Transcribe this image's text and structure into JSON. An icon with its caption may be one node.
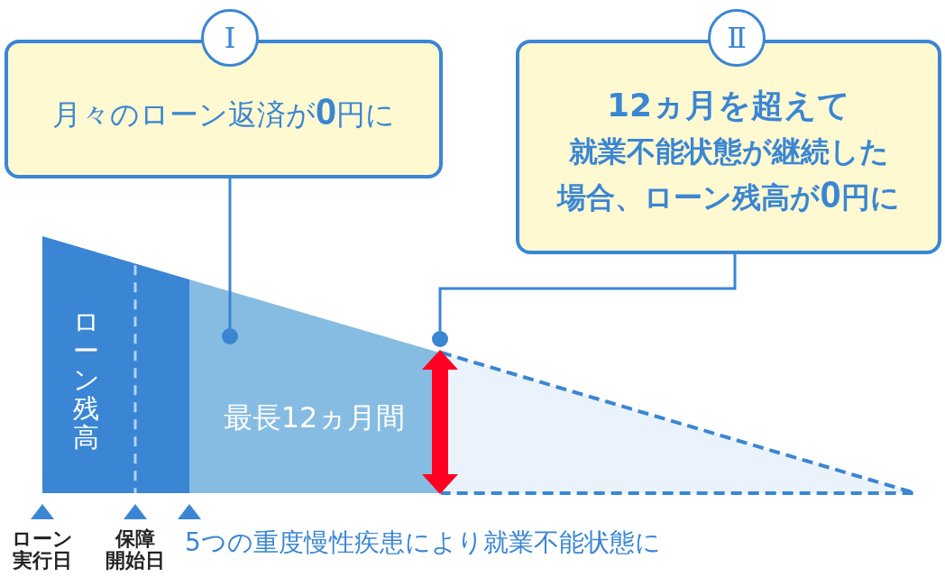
{
  "diagram": {
    "nodes": [
      {
        "text": [
          "Ⅰ"
        ]
      },
      {
        "text": [
          "月々のローン返済が**0**円に"
        ]
      },
      {
        "text": [
          "Ⅱ"
        ]
      },
      {
        "text": [
          "12ヵ月を超えて",
          "就業不能状態が継続した場合、ローン残高が**0**円に"
        ]
      },
      {
        "text": [
          "ローン残高"
        ]
      },
      {
        "text": [
          "最長12ヵ月間"
        ]
      },
      {
        "text": [],
        "shape": "circle",
        "in": 5
      },
      {
        "text": [],
        "shape": "circle"
      }
    ],
    "edges": [
      {
        "from": 1,
        "to": 6,
        "arrow": "none"
      },
      {
        "from": 3,
        "to": 7,
        "arrow": "none"
      }
    ],
    "labels": [
      "ローン実行日",
      "保障開始日",
      "5つの重度慢性疾患により就業不能状態に"
    ]
  }
}
